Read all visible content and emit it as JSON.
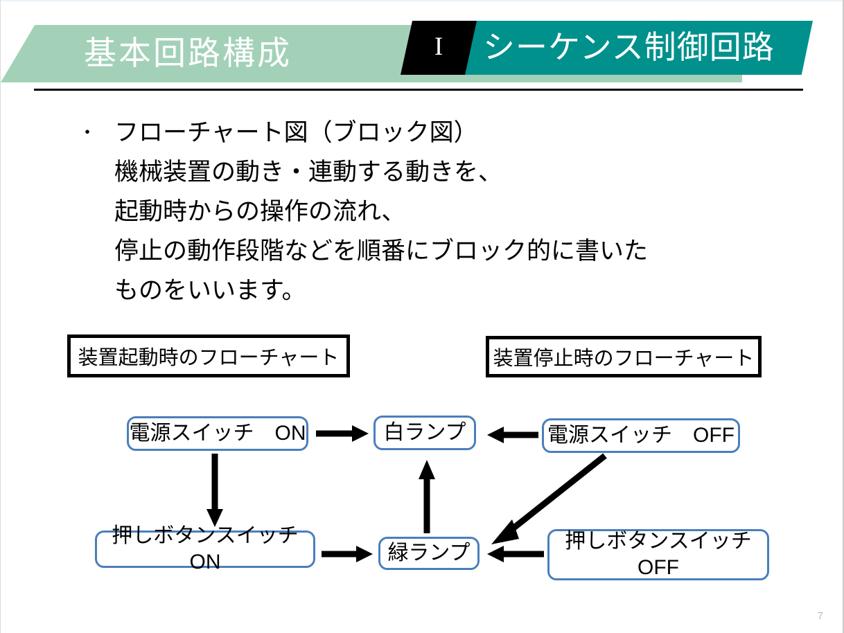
{
  "slide": {
    "page_number": "7",
    "colors": {
      "banner_green": "#a3d1b8",
      "banner_teal": "#00918c",
      "banner_black": "#000000",
      "box_border_blue": "#4a7ebb",
      "text_black": "#000000",
      "banner_text": "#ffffff"
    }
  },
  "header": {
    "title": "基本回路構成",
    "section_numeral": "I",
    "subject": "シーケンス制御回路"
  },
  "body": {
    "bullet": "・",
    "lines": [
      "フローチャート図（ブロック図）",
      "機械装置の動き・連動する動きを、",
      "起動時からの操作の流れ、",
      "停止の動作段階などを順番にブロック的に書いた",
      "ものをいいます。"
    ]
  },
  "flowchart": {
    "headers": {
      "startup": "装置起動時のフローチャート",
      "shutdown": "装置停止時のフローチャート"
    },
    "boxes": {
      "power_switch_on": "電源スイッチ　ON",
      "white_lamp": "白ランプ",
      "power_switch_off": "電源スイッチ　OFF",
      "pushbutton_on": "押しボタンスイッチ ON",
      "green_lamp": "緑ランプ",
      "pushbutton_off_line1": "押しボタンスイッチ",
      "pushbutton_off_line2": "OFF"
    }
  }
}
